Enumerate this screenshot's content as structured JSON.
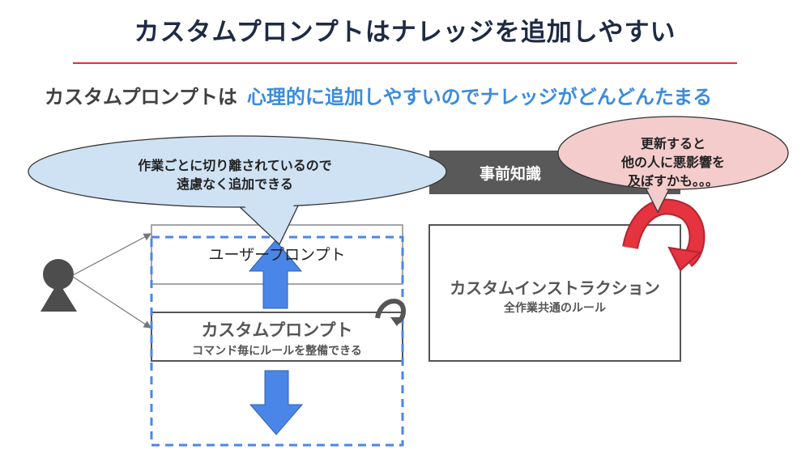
{
  "slide": {
    "title": "カスタムプロンプトはナレッジを追加しやすい",
    "subtitle_lead": "カスタムプロンプトは",
    "subtitle_emphasis": "心理的に追加しやすいのでナレッジがどんどんたまる"
  },
  "diagram": {
    "user_prompt": {
      "label": "ユーザープロンプト"
    },
    "custom_prompt": {
      "title": "カスタムプロンプト",
      "subtitle": "コマンド毎にルールを整備できる"
    },
    "prior_knowledge": {
      "label": "事前知識"
    },
    "custom_instruction": {
      "title": "カスタムインストラクション",
      "subtitle": "全作業共通のルール"
    },
    "bubble_left": {
      "line1": "作業ごとに切り離されているので",
      "line2": "遠慮なく追加できる"
    },
    "bubble_right": {
      "line1": "更新すると",
      "line2": "他の人に悪影響を",
      "line3": "及ぼすかも。。。"
    }
  },
  "colors": {
    "title_text": "#1f2a44",
    "rule": "#e0303a",
    "accent_blue": "#3b8be0",
    "arrow_blue": "#4a86e8",
    "bubble_blue": "#cfe2f3",
    "bubble_pink": "#f4cccc",
    "curved_arrow_red": "#e53340",
    "dark_bar": "#595959",
    "person": "#4d4d4d"
  },
  "icons": {
    "person": "person-icon",
    "return_arrow_small": "return-arrow-icon",
    "return_arrow_red": "red-return-arrow-icon",
    "up_arrow": "up-arrow-icon",
    "down_arrow": "down-arrow-icon"
  }
}
